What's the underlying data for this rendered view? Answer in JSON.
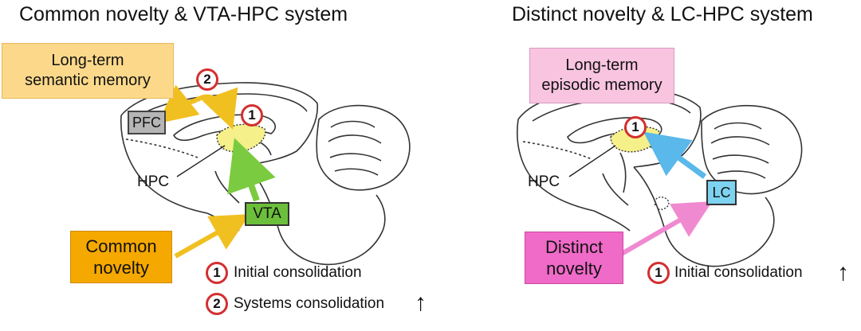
{
  "left_panel": {
    "title": "Common novelty & VTA-HPC system",
    "memory_box": {
      "line1": "Long-term",
      "line2": "semantic memory",
      "color": "#fcd98a"
    },
    "pfc_label": "PFC",
    "hpc_label": "HPC",
    "vta_label": "VTA",
    "novelty_box": {
      "line1": "Common",
      "line2": "novelty",
      "color": "#f5a800"
    },
    "badge_1": "1",
    "badge_2": "2",
    "legend": [
      {
        "number": "1",
        "text": "Initial consolidation"
      },
      {
        "number": "2",
        "text": "Systems consolidation"
      }
    ],
    "colors": {
      "green_box": "#6cbf3a",
      "green_arrow": "#7acb3f",
      "yellow_arrow": "#f0c020",
      "pfc_box": "#b5b5b5"
    }
  },
  "right_panel": {
    "title": "Distinct novelty & LC-HPC system",
    "memory_box": {
      "line1": "Long-term",
      "line2": "episodic memory",
      "color": "#f8c4e0"
    },
    "hpc_label": "HPC",
    "lc_label": "LC",
    "novelty_box": {
      "line1": "Distinct",
      "line2": "novelty",
      "color": "#f06ac8"
    },
    "badge_1": "1",
    "legend": [
      {
        "number": "1",
        "text": "Initial consolidation"
      }
    ],
    "colors": {
      "lc_box": "#7dd3f0",
      "blue_arrow": "#5ab8ea",
      "pink_arrow": "#f08ad0"
    }
  },
  "common": {
    "badge_border": "#d32f2f",
    "hippocampus_fill": "#f5f08a",
    "up_arrow": "↑"
  }
}
